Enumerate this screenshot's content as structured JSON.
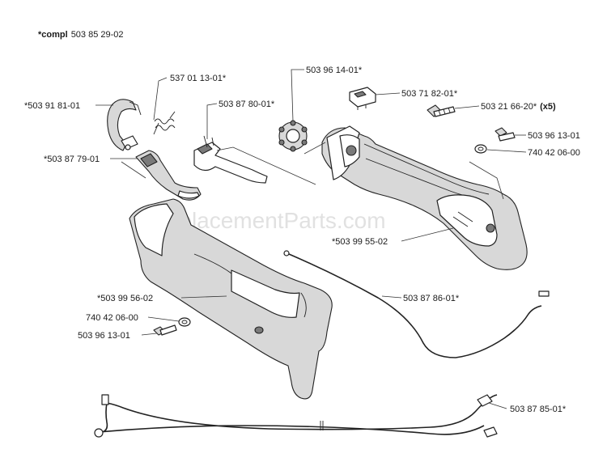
{
  "header": {
    "compl_prefix": "*compl",
    "compl_number": "503 85 29-02"
  },
  "watermark": "eReplacementParts.com",
  "callouts": [
    {
      "id": "c1",
      "text": "537 01 13-01*"
    },
    {
      "id": "c2",
      "text": "*503 91 81-01"
    },
    {
      "id": "c3",
      "text": "503 87 80-01*"
    },
    {
      "id": "c4",
      "text": "*503 87 79-01"
    },
    {
      "id": "c5",
      "text": "503 96 14-01*"
    },
    {
      "id": "c6",
      "text": "503 71 82-01*"
    },
    {
      "id": "c7",
      "text": "503 21 66-20*"
    },
    {
      "id": "c8",
      "text": "503 96 13-01"
    },
    {
      "id": "c9",
      "text": "740 42 06-00"
    },
    {
      "id": "c10",
      "text": "*503 99 55-02"
    },
    {
      "id": "c11",
      "text": "*503 99 56-02"
    },
    {
      "id": "c12",
      "text": "503 87 86-01*"
    },
    {
      "id": "c13",
      "text": "740 42 06-00"
    },
    {
      "id": "c14",
      "text": "503 96 13-01"
    },
    {
      "id": "c15",
      "text": "503 87 85-01*"
    }
  ],
  "qty_suffix": "(x5)"
}
